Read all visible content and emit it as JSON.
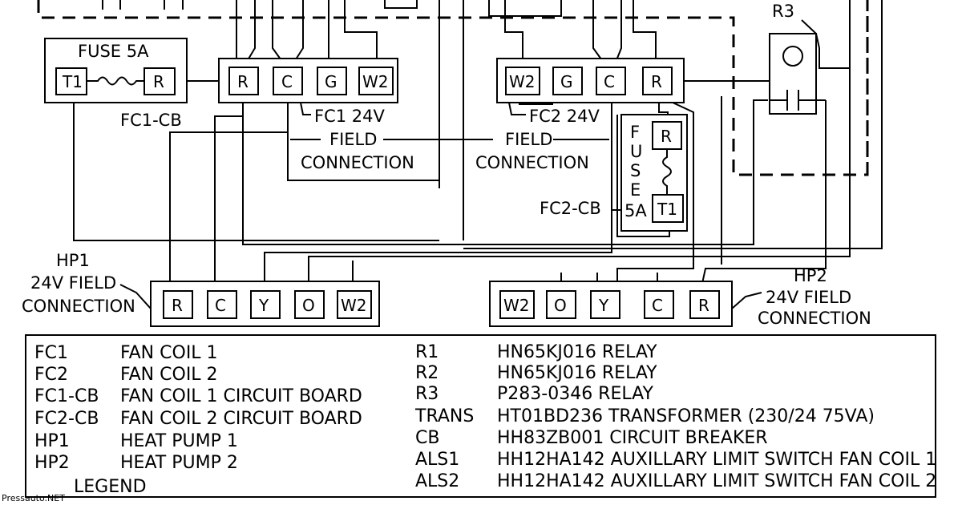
{
  "labels": {
    "fuse_left": "FUSE 5A",
    "fc1cb": "FC1-CB",
    "fc1_24v": "FC1 24V",
    "fc2_24v": "FC2 24V",
    "field_left": "FIELD",
    "connection_left": "CONNECTION",
    "field_right": "FIELD",
    "connection_right": "CONNECTION",
    "fuse_vertical": [
      "F",
      "U",
      "S",
      "E"
    ],
    "fuse_rating": "5A",
    "fc2cb": "FC2-CB",
    "r3": "R3",
    "hp1_line1": "HP1",
    "hp1_line2": "24V FIELD",
    "hp1_line3": "CONNECTION",
    "hp2_line1": "HP2",
    "hp2_line2": "24V FIELD",
    "hp2_line3": "CONNECTION"
  },
  "terminals": {
    "fuse_left": [
      "T1",
      "R"
    ],
    "fc1": [
      "R",
      "C",
      "G",
      "W2"
    ],
    "fc2": [
      "W2",
      "G",
      "C",
      "R"
    ],
    "fuse_right": [
      "R",
      "T1"
    ],
    "hp1": [
      "R",
      "C",
      "Y",
      "O",
      "W2"
    ],
    "hp2": [
      "W2",
      "O",
      "Y",
      "C",
      "R"
    ]
  },
  "legend": {
    "title": "LEGEND",
    "left": [
      {
        "code": "FC1",
        "desc": "FAN COIL 1"
      },
      {
        "code": "FC2",
        "desc": "FAN COIL 2"
      },
      {
        "code": "FC1-CB",
        "desc": "FAN COIL 1 CIRCUIT BOARD"
      },
      {
        "code": "FC2-CB",
        "desc": "FAN COIL 2 CIRCUIT BOARD"
      },
      {
        "code": "HP1",
        "desc": "HEAT PUMP 1"
      },
      {
        "code": "HP2",
        "desc": "HEAT PUMP 2"
      }
    ],
    "right": [
      {
        "code": "R1",
        "desc": "HN65KJ016 RELAY"
      },
      {
        "code": "R2",
        "desc": "HN65KJ016 RELAY"
      },
      {
        "code": "R3",
        "desc": "P283-0346 RELAY"
      },
      {
        "code": "TRANS",
        "desc": "HT01BD236 TRANSFORMER (230/24 75VA)"
      },
      {
        "code": "CB",
        "desc": "HH83ZB001 CIRCUIT BREAKER"
      },
      {
        "code": "ALS1",
        "desc": "HH12HA142 AUXILLARY LIMIT SWITCH FAN COIL 1"
      },
      {
        "code": "ALS2",
        "desc": "HH12HA142 AUXILLARY LIMIT SWITCH FAN COIL 2"
      }
    ]
  },
  "watermark": "Pressauto.NET"
}
